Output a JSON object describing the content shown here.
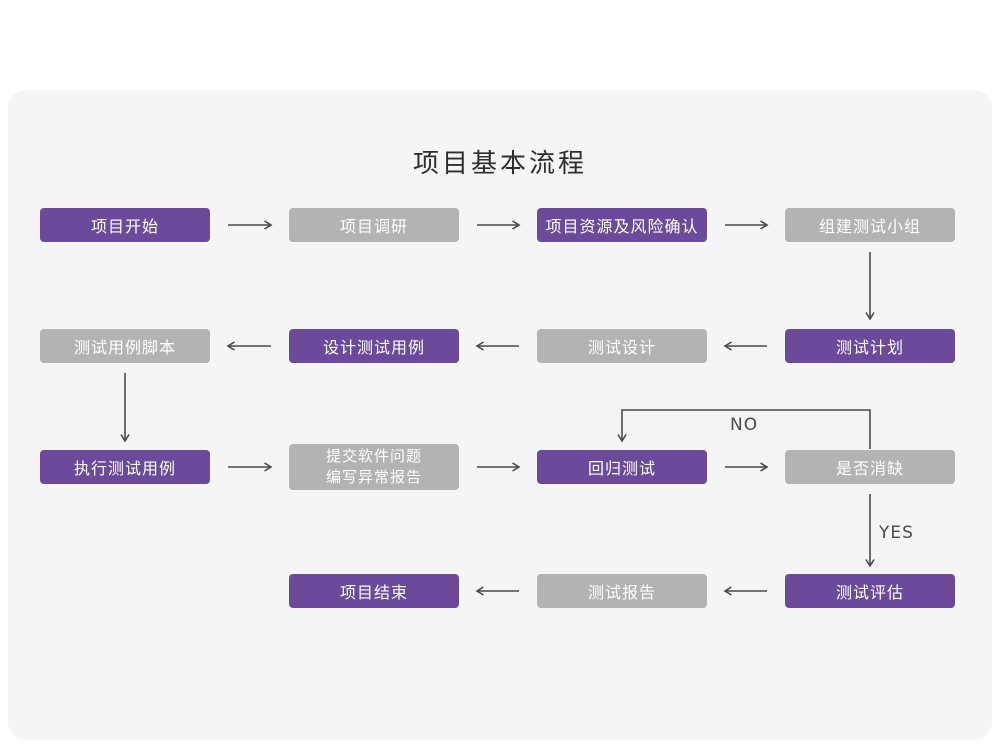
{
  "title": "项目基本流程",
  "colors": {
    "purple": "#6b4a9b",
    "gray": "#b3b3b3",
    "arrow": "#4a4a4a",
    "card": "#f5f5f5",
    "text": "#ffffff",
    "title_color": "#2e2e2e"
  },
  "labels": {
    "no": "NO",
    "yes": "YES"
  },
  "nodes": {
    "start": "项目开始",
    "research": "项目调研",
    "risk": "项目资源及风险确认",
    "team": "组建测试小组",
    "plan": "测试计划",
    "test_design": "测试设计",
    "design_case": "设计测试用例",
    "script": "测试用例脚本",
    "execute": "执行测试用例",
    "report_line1": "提交软件问题",
    "report_line2": "编写异常报告",
    "regression": "回归测试",
    "defect": "是否消缺",
    "evaluate": "测试评估",
    "test_report": "测试报告",
    "end": "项目结束"
  }
}
